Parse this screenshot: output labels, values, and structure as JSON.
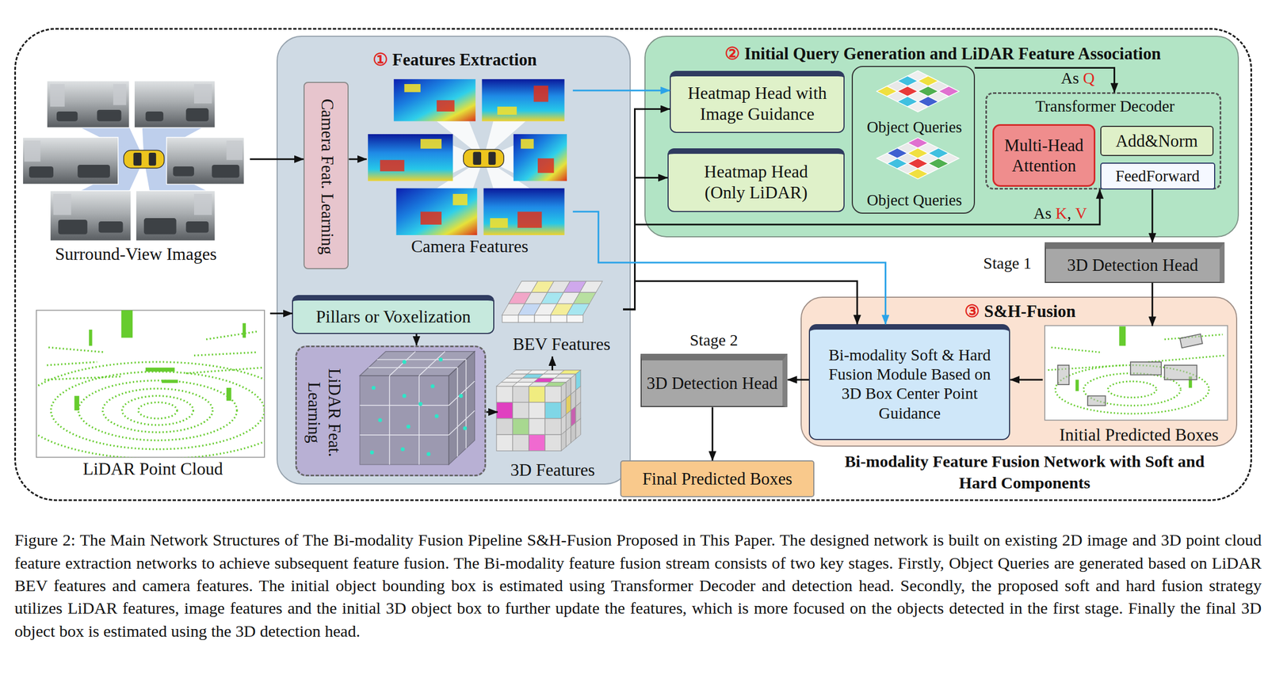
{
  "diagram": {
    "caption": "Figure 2: The Main Network Structures of The Bi-modality Fusion Pipeline S&H-Fusion Proposed in This Paper. The designed network is built on existing 2D image and 3D point cloud feature extraction networks to achieve subsequent feature fusion. The Bi-modality feature fusion stream consists of two key stages. Firstly, Object Queries are generated based on LiDAR BEV features and camera features. The initial object bounding box is estimated using Transformer Decoder and detection head. Secondly, the proposed soft and hard fusion strategy utilizes LiDAR features, image features and the initial 3D object box to further update the features, which is more focused on the objects detected in the first stage. Finally the final 3D object box is estimated using the 3D detection head.",
    "nodes": [
      {
        "text": [
          "Bi-modality Feature Fusion Network with Soft and Hard Components"
        ]
      },
      {
        "text": [
          "Surround-View Images"
        ],
        "in": 0
      },
      {
        "text": [
          "①",
          "Features Extraction"
        ],
        "in": 0
      },
      {
        "text": [
          "Camera Feat. Learning"
        ],
        "in": 2
      },
      {
        "text": [
          "Camera Features"
        ],
        "in": 2
      },
      {
        "text": [
          "Pillars or Voxelization"
        ],
        "in": 2
      },
      {
        "text": [
          "LiDAR Feat. Learning"
        ],
        "in": 2
      },
      {
        "text": [
          "BEV Features"
        ],
        "in": 2
      },
      {
        "text": [
          "3D Features"
        ],
        "in": 2
      },
      {
        "text": [
          "LiDAR Point Cloud"
        ],
        "in": 0
      },
      {
        "text": [
          "②",
          "Initial Query Generation and LiDAR Feature Association"
        ],
        "in": 0
      },
      {
        "text": [
          "Heatmap Head with Image Guidance"
        ],
        "in": 10
      },
      {
        "text": [
          "Heatmap Head (Only LiDAR)"
        ],
        "in": 10
      },
      {
        "text": [
          "Object Queries",
          "Object Queries"
        ],
        "in": 10
      },
      {
        "text": [
          "Transformer Decoder"
        ],
        "in": 10
      },
      {
        "text": [
          "Multi-Head Attention"
        ],
        "in": 14
      },
      {
        "text": [
          "Add&Norm"
        ],
        "in": 14
      },
      {
        "text": [
          "FeedForward"
        ],
        "in": 14
      },
      {
        "text": [
          "3D Detection Head"
        ],
        "in": 0
      },
      {
        "text": [
          "③",
          "S&H-Fusion"
        ],
        "in": 0
      },
      {
        "text": [
          "Bi-modality Soft & Hard Fusion Module Based on 3D Box Center Point Guidance"
        ],
        "in": 19
      },
      {
        "text": [
          "Initial Predicted Boxes"
        ],
        "in": 19
      },
      {
        "text": [
          "3D Detection Head"
        ],
        "in": 0
      },
      {
        "text": [
          "Final Predicted Boxes"
        ],
        "in": 0
      }
    ],
    "edges": [
      {
        "from": 1,
        "to": 3,
        "arrow": "to"
      },
      {
        "from": 3,
        "to": 4,
        "arrow": "to"
      },
      {
        "from": 9,
        "to": 5,
        "arrow": "to"
      },
      {
        "from": 5,
        "to": 6,
        "arrow": "to"
      },
      {
        "from": 6,
        "to": 8,
        "arrow": "to"
      },
      {
        "from": 8,
        "to": 7,
        "arrow": "to"
      },
      {
        "from": 7,
        "to": 11,
        "arrow": "to"
      },
      {
        "from": 7,
        "to": 12,
        "arrow": "to"
      },
      {
        "from": 7,
        "to": 14,
        "arrow": "to"
      },
      {
        "from": 7,
        "to": 20,
        "arrow": "to"
      },
      {
        "from": 4,
        "to": 11,
        "arrow": "to"
      },
      {
        "from": 4,
        "to": 20,
        "arrow": "to"
      },
      {
        "from": 13,
        "to": 14,
        "arrow": "to"
      },
      {
        "from": 14,
        "to": 18,
        "arrow": "to"
      },
      {
        "from": 18,
        "to": 21,
        "arrow": "to"
      },
      {
        "from": 21,
        "to": 20,
        "arrow": "to"
      },
      {
        "from": 20,
        "to": 22,
        "arrow": "to"
      },
      {
        "from": 22,
        "to": 23,
        "arrow": "to"
      }
    ],
    "labels": [
      "As",
      "Q",
      "As",
      "K",
      ",",
      "V",
      "Stage 1",
      "Stage 2"
    ]
  }
}
